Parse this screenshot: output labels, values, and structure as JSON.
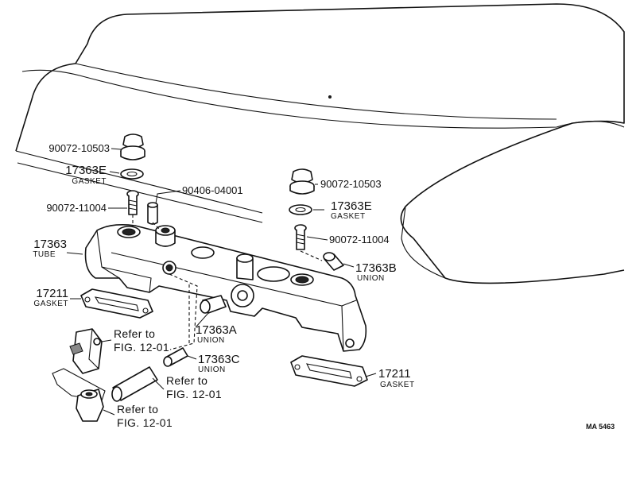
{
  "diagram": {
    "code": "MA 5463",
    "parts": [
      {
        "id": "plug-left",
        "number": "90072-10503",
        "name": ""
      },
      {
        "id": "gasket-17363e-left",
        "number": "17363E",
        "name": "GASKET"
      },
      {
        "id": "pin",
        "number": "90406-04001",
        "name": ""
      },
      {
        "id": "bolt-left",
        "number": "90072-11004",
        "name": ""
      },
      {
        "id": "tube",
        "number": "17363",
        "name": "TUBE"
      },
      {
        "id": "plug-right",
        "number": "90072-10503",
        "name": ""
      },
      {
        "id": "gasket-17363e-right",
        "number": "17363E",
        "name": "GASKET"
      },
      {
        "id": "bolt-right",
        "number": "90072-11004",
        "name": ""
      },
      {
        "id": "union-17363b",
        "number": "17363B",
        "name": "UNION"
      },
      {
        "id": "gasket-17211-left",
        "number": "17211",
        "name": "GASKET"
      },
      {
        "id": "union-17363a",
        "number": "17363A",
        "name": "UNION"
      },
      {
        "id": "union-17363c",
        "number": "17363C",
        "name": "UNION"
      },
      {
        "id": "gasket-17211-right",
        "number": "17211",
        "name": "GASKET"
      }
    ],
    "references": [
      {
        "id": "ref-1",
        "line1": "Refer to",
        "line2": "FIG. 12-01"
      },
      {
        "id": "ref-2",
        "line1": "Refer to",
        "line2": "FIG. 12-01"
      },
      {
        "id": "ref-3",
        "line1": "Refer to",
        "line2": "FIG. 12-01"
      }
    ]
  }
}
